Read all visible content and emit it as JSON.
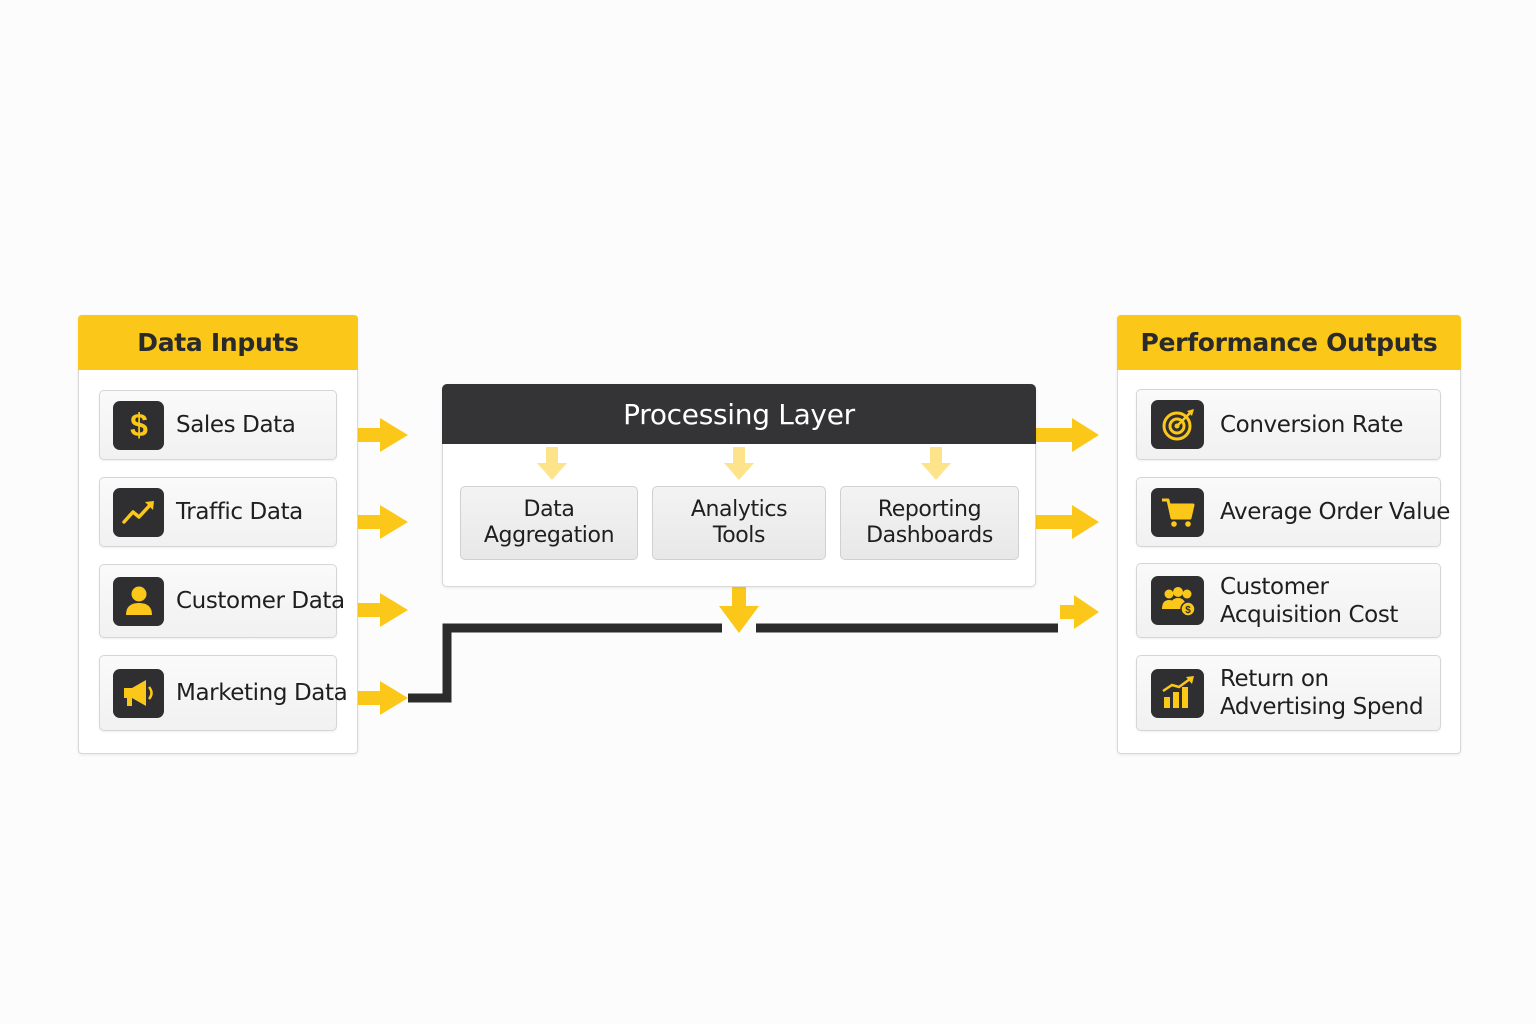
{
  "inputs": {
    "title": "Data Inputs",
    "items": [
      {
        "label": "Sales Data",
        "icon": "dollar-icon"
      },
      {
        "label": "Traffic Data",
        "icon": "trend-up-icon"
      },
      {
        "label": "Customer Data",
        "icon": "person-icon"
      },
      {
        "label": "Marketing Data",
        "icon": "megaphone-icon"
      }
    ]
  },
  "processing": {
    "title": "Processing Layer",
    "steps": [
      {
        "label": "Data\nAggregation"
      },
      {
        "label": "Analytics\nTools"
      },
      {
        "label": "Reporting\nDashboards"
      }
    ]
  },
  "outputs": {
    "title": "Performance Outputs",
    "items": [
      {
        "label": "Conversion Rate",
        "icon": "target-icon"
      },
      {
        "label": "Average Order Value",
        "icon": "cart-icon"
      },
      {
        "label": "Customer\nAcquisition Cost",
        "icon": "group-cost-icon"
      },
      {
        "label": "Return on\nAdvertising Spend",
        "icon": "bar-growth-icon"
      }
    ]
  },
  "colors": {
    "accent": "#fbc81a",
    "dark": "#343436",
    "light_arrow": "#fde38a"
  }
}
